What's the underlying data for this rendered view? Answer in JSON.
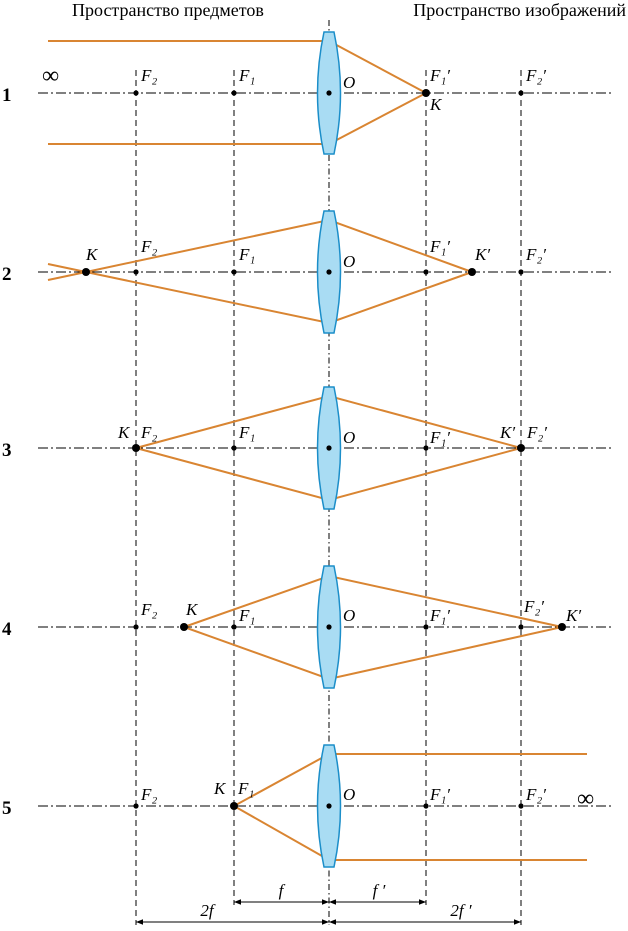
{
  "headers": {
    "object_space": "Пространство предметов",
    "image_space": "Пространство изображений"
  },
  "colors": {
    "ray": "#d98532",
    "lens_fill": "#a9dcf3",
    "lens_stroke": "#1b8ec9",
    "axis": "#000000"
  },
  "labels": {
    "F2": "F₂",
    "F1": "F₁",
    "O": "O",
    "F1p": "F₁′",
    "F2p": "F₂′",
    "K": "K",
    "Kp": "K′",
    "infinity": "∞"
  },
  "dimensions": {
    "two_f": "2f",
    "f": "f",
    "f_prime": "f ′",
    "two_f_prime": "2f ′"
  },
  "cases": [
    {
      "number": "1",
      "object_at_infinity": true
    },
    {
      "number": "2",
      "object_beyond_2f": true
    },
    {
      "number": "3",
      "object_at_2f": true
    },
    {
      "number": "4",
      "object_between_f_and_2f": true
    },
    {
      "number": "5",
      "object_at_f": true,
      "image_at_infinity": true
    }
  ]
}
